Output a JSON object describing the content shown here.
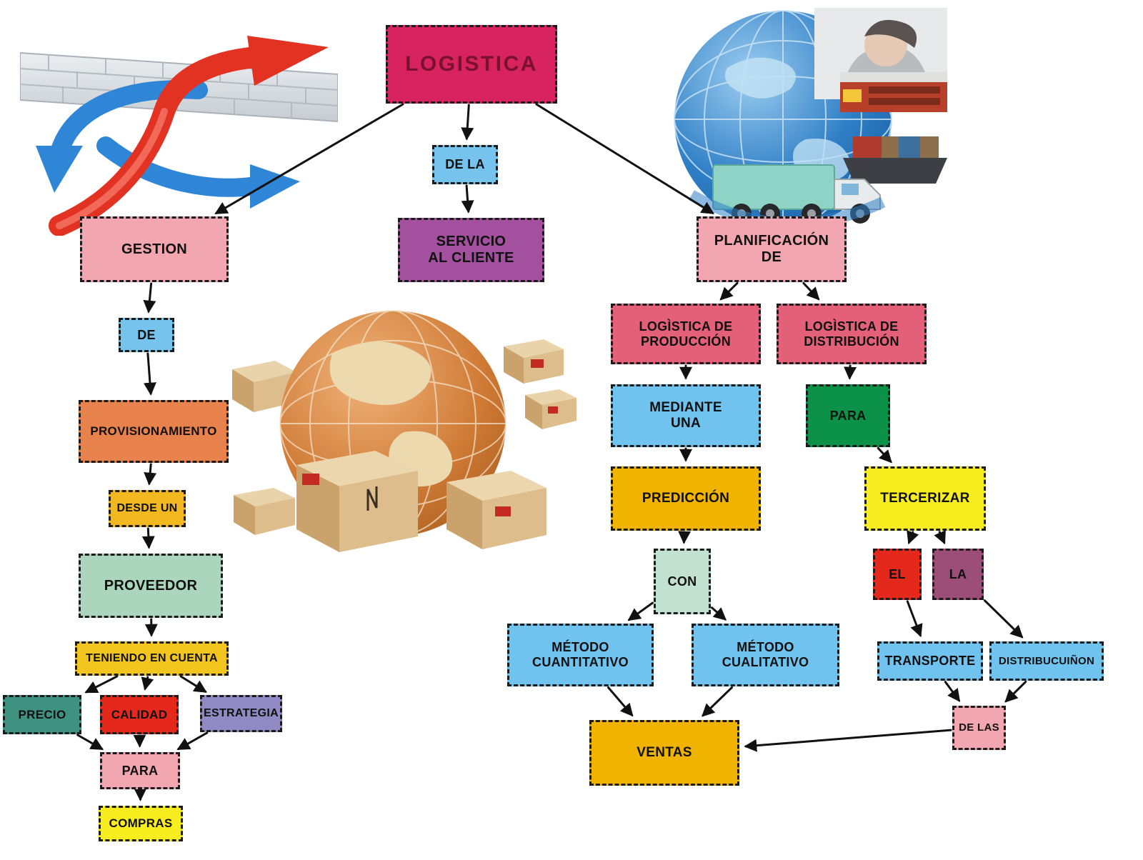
{
  "title": "Mapa conceptual de Logística",
  "nodes": {
    "logistica": {
      "label": "LOGISTICA",
      "bg": "#d7235f",
      "fg": "#7b1130"
    },
    "de_la": {
      "label": "DE LA",
      "bg": "#76c4ee",
      "fg": "#101010"
    },
    "servicio": {
      "label": "SERVICIO\nAL CLIENTE",
      "bg": "#a3509e",
      "fg": "#101010"
    },
    "gestion": {
      "label": "GESTION",
      "bg": "#f1a6b0",
      "fg": "#101010"
    },
    "de": {
      "label": "DE",
      "bg": "#76c4ee",
      "fg": "#101010"
    },
    "provisionamiento": {
      "label": "PROVISIONAMIENTO",
      "bg": "#e8824d",
      "fg": "#101010"
    },
    "desde_un": {
      "label": "DESDE UN",
      "bg": "#f3b71f",
      "fg": "#101010"
    },
    "proveedor": {
      "label": "PROVEEDOR",
      "bg": "#abd6bd",
      "fg": "#101010"
    },
    "teniendo": {
      "label": "TENIENDO EN CUENTA",
      "bg": "#f3c51f",
      "fg": "#101010"
    },
    "precio": {
      "label": "PRECIO",
      "bg": "#3f9180",
      "fg": "#101010"
    },
    "calidad": {
      "label": "CALIDAD",
      "bg": "#e4281c",
      "fg": "#101010"
    },
    "estrategia": {
      "label": "ESTRATEGIA",
      "bg": "#8f8ac3",
      "fg": "#101010"
    },
    "para_left": {
      "label": "PARA",
      "bg": "#f1a6b0",
      "fg": "#101010"
    },
    "compras": {
      "label": "COMPRAS",
      "bg": "#f8ee1f",
      "fg": "#101010"
    },
    "planificacion": {
      "label": "PLANIFICACIÓN\nDE",
      "bg": "#f1a6b0",
      "fg": "#101010"
    },
    "log_produccion": {
      "label": "LOGÌSTICA DE\nPRODUCCIÓN",
      "bg": "#e45f78",
      "fg": "#101010"
    },
    "log_distribucion": {
      "label": "LOGÌSTICA DE\nDISTRIBUCIÓN",
      "bg": "#e45f78",
      "fg": "#101010"
    },
    "mediante": {
      "label": "MEDIANTE\nUNA",
      "bg": "#6fc3ee",
      "fg": "#101010"
    },
    "para_right": {
      "label": "PARA",
      "bg": "#0c9148",
      "fg": "#101010"
    },
    "prediccion": {
      "label": "PREDICCIÓN",
      "bg": "#efb300",
      "fg": "#101010"
    },
    "tercerizar": {
      "label": "TERCERIZAR",
      "bg": "#f8ee1f",
      "fg": "#101010"
    },
    "con": {
      "label": "CON",
      "bg": "#c3e1d0",
      "fg": "#101010"
    },
    "el": {
      "label": "EL",
      "bg": "#e4281c",
      "fg": "#101010"
    },
    "la": {
      "label": "LA",
      "bg": "#9c4e78",
      "fg": "#101010"
    },
    "met_cuant": {
      "label": "MÉTODO\nCUANTITATIVO",
      "bg": "#6fc3ee",
      "fg": "#101010"
    },
    "met_cual": {
      "label": "MÉTODO\nCUALITATIVO",
      "bg": "#6fc3ee",
      "fg": "#101010"
    },
    "transporte": {
      "label": "TRANSPORTE",
      "bg": "#6fc3ee",
      "fg": "#101010"
    },
    "distribucuinon": {
      "label": "DISTRIBUCUIÑON",
      "bg": "#6fc3ee",
      "fg": "#101010"
    },
    "de_las": {
      "label": "DE LAS",
      "bg": "#f1a6b0",
      "fg": "#101010"
    },
    "ventas": {
      "label": "VENTAS",
      "bg": "#efb300",
      "fg": "#101010"
    }
  },
  "edges": [
    [
      "logistica",
      "gestion"
    ],
    [
      "logistica",
      "de_la"
    ],
    [
      "logistica",
      "planificacion"
    ],
    [
      "de_la",
      "servicio"
    ],
    [
      "gestion",
      "de"
    ],
    [
      "de",
      "provisionamiento"
    ],
    [
      "provisionamiento",
      "desde_un"
    ],
    [
      "desde_un",
      "proveedor"
    ],
    [
      "proveedor",
      "teniendo"
    ],
    [
      "teniendo",
      "precio"
    ],
    [
      "teniendo",
      "calidad"
    ],
    [
      "teniendo",
      "estrategia"
    ],
    [
      "precio",
      "para_left"
    ],
    [
      "calidad",
      "para_left"
    ],
    [
      "estrategia",
      "para_left"
    ],
    [
      "para_left",
      "compras"
    ],
    [
      "planificacion",
      "log_produccion"
    ],
    [
      "planificacion",
      "log_distribucion"
    ],
    [
      "log_produccion",
      "mediante"
    ],
    [
      "mediante",
      "prediccion"
    ],
    [
      "prediccion",
      "con"
    ],
    [
      "con",
      "met_cuant"
    ],
    [
      "con",
      "met_cual"
    ],
    [
      "met_cuant",
      "ventas"
    ],
    [
      "met_cual",
      "ventas"
    ],
    [
      "log_distribucion",
      "para_right"
    ],
    [
      "para_right",
      "tercerizar"
    ],
    [
      "tercerizar",
      "el"
    ],
    [
      "tercerizar",
      "la"
    ],
    [
      "el",
      "transporte"
    ],
    [
      "la",
      "distribucuinon"
    ],
    [
      "transporte",
      "de_las"
    ],
    [
      "distribucuinon",
      "de_las"
    ],
    [
      "de_las",
      "ventas"
    ]
  ],
  "images": {
    "wall_arrows": "red arrow leaping over a brick wall, blue arrows blocked",
    "globe_transport": "blue globe collage with train, cargo ship and truck",
    "globe_boxes": "bronze globe surrounded by cardboard shipping boxes"
  },
  "colors": {
    "border": "#1b1b1b",
    "arrow": "#111111",
    "background": "#ffffff"
  }
}
